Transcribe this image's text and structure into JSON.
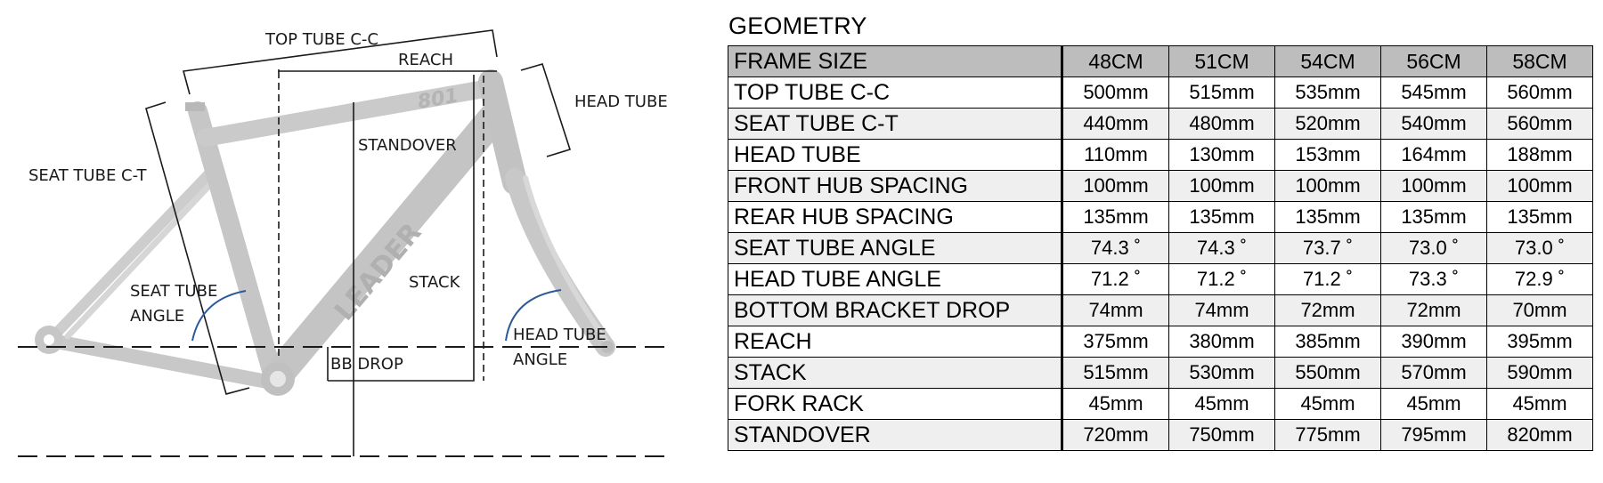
{
  "diagram": {
    "brand": "LEADER",
    "model": "801",
    "labels": {
      "top_tube_cc": "TOP TUBE C-C",
      "reach": "REACH",
      "head_tube": "HEAD TUBE",
      "standover": "STANDOVER",
      "seat_tube_ct": "SEAT TUBE C-T",
      "seat_tube_angle": [
        "SEAT TUBE",
        "ANGLE"
      ],
      "stack": "STACK",
      "head_tube_angle": [
        "HEAD TUBE",
        "ANGLE"
      ],
      "bb_drop": "BB DROP"
    }
  },
  "geometry": {
    "title": "GEOMETRY",
    "header": {
      "label": "FRAME SIZE",
      "sizes": [
        "48CM",
        "51CM",
        "54CM",
        "56CM",
        "58CM"
      ]
    },
    "rows": [
      {
        "label": "TOP TUBE C-C",
        "values": [
          "500mm",
          "515mm",
          "535mm",
          "545mm",
          "560mm"
        ]
      },
      {
        "label": "SEAT TUBE C-T",
        "values": [
          "440mm",
          "480mm",
          "520mm",
          "540mm",
          "560mm"
        ]
      },
      {
        "label": "HEAD TUBE",
        "values": [
          "110mm",
          "130mm",
          "153mm",
          "164mm",
          "188mm"
        ]
      },
      {
        "label": "FRONT HUB SPACING",
        "values": [
          "100mm",
          "100mm",
          "100mm",
          "100mm",
          "100mm"
        ]
      },
      {
        "label": "REAR HUB SPACING",
        "values": [
          "135mm",
          "135mm",
          "135mm",
          "135mm",
          "135mm"
        ]
      },
      {
        "label": "SEAT TUBE ANGLE",
        "values": [
          "74.3 ˚",
          "74.3 ˚",
          "73.7 ˚",
          "73.0 ˚",
          "73.0 ˚"
        ]
      },
      {
        "label": "HEAD TUBE ANGLE",
        "values": [
          "71.2 ˚",
          "71.2 ˚",
          "71.2 ˚",
          "73.3 ˚",
          "72.9 ˚"
        ]
      },
      {
        "label": "BOTTOM BRACKET DROP",
        "values": [
          "74mm",
          "74mm",
          "72mm",
          "72mm",
          "70mm"
        ]
      },
      {
        "label": "REACH",
        "values": [
          "375mm",
          "380mm",
          "385mm",
          "390mm",
          "395mm"
        ]
      },
      {
        "label": "STACK",
        "values": [
          "515mm",
          "530mm",
          "550mm",
          "570mm",
          "590mm"
        ]
      },
      {
        "label": "FORK RACK",
        "values": [
          "45mm",
          "45mm",
          "45mm",
          "45mm",
          "45mm"
        ]
      },
      {
        "label": "STANDOVER",
        "values": [
          "720mm",
          "750mm",
          "775mm",
          "795mm",
          "820mm"
        ]
      }
    ]
  }
}
